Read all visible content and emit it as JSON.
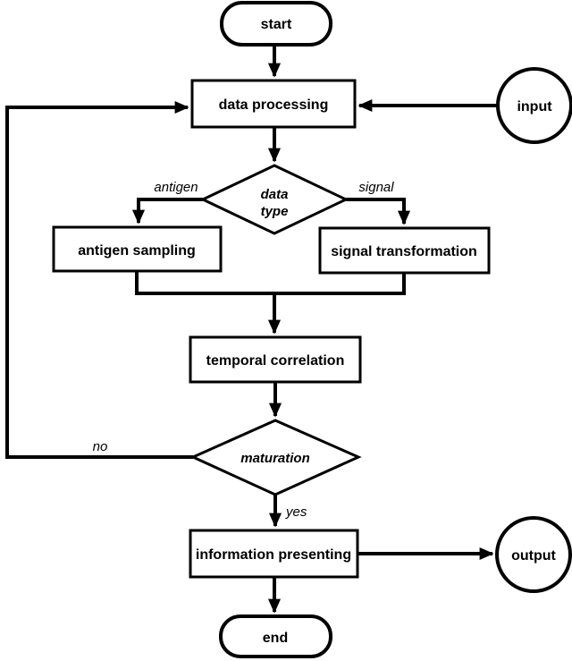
{
  "diagram": {
    "type": "flowchart",
    "colors": {
      "stroke": "#000000",
      "background": "#ffffff",
      "node_fill": "#ffffff"
    },
    "nodes": {
      "start": {
        "label": "start",
        "shape": "stadium"
      },
      "data_processing": {
        "label": "data processing",
        "shape": "rect"
      },
      "input": {
        "label": "input",
        "shape": "circle"
      },
      "data_type": {
        "label_line1": "data",
        "label_line2": "type",
        "shape": "diamond"
      },
      "antigen_sampling": {
        "label": "antigen sampling",
        "shape": "rect"
      },
      "signal_transformation": {
        "label": "signal transformation",
        "shape": "rect"
      },
      "temporal_correlation": {
        "label": "temporal correlation",
        "shape": "rect"
      },
      "maturation": {
        "label": "maturation",
        "shape": "diamond"
      },
      "information_presenting": {
        "label": "information presenting",
        "shape": "rect"
      },
      "output": {
        "label": "output",
        "shape": "circle"
      },
      "end": {
        "label": "end",
        "shape": "stadium"
      }
    },
    "edge_labels": {
      "antigen": "antigen",
      "signal": "signal",
      "no": "no",
      "yes": "yes"
    },
    "edges": [
      {
        "from": "start",
        "to": "data_processing"
      },
      {
        "from": "input",
        "to": "data_processing"
      },
      {
        "from": "data_processing",
        "to": "data_type"
      },
      {
        "from": "data_type",
        "to": "antigen_sampling",
        "label": "antigen"
      },
      {
        "from": "data_type",
        "to": "signal_transformation",
        "label": "signal"
      },
      {
        "from": "antigen_sampling",
        "to": "temporal_correlation"
      },
      {
        "from": "signal_transformation",
        "to": "temporal_correlation"
      },
      {
        "from": "temporal_correlation",
        "to": "maturation"
      },
      {
        "from": "maturation",
        "to": "data_processing",
        "label": "no"
      },
      {
        "from": "maturation",
        "to": "information_presenting",
        "label": "yes"
      },
      {
        "from": "information_presenting",
        "to": "output"
      },
      {
        "from": "information_presenting",
        "to": "end"
      }
    ]
  }
}
